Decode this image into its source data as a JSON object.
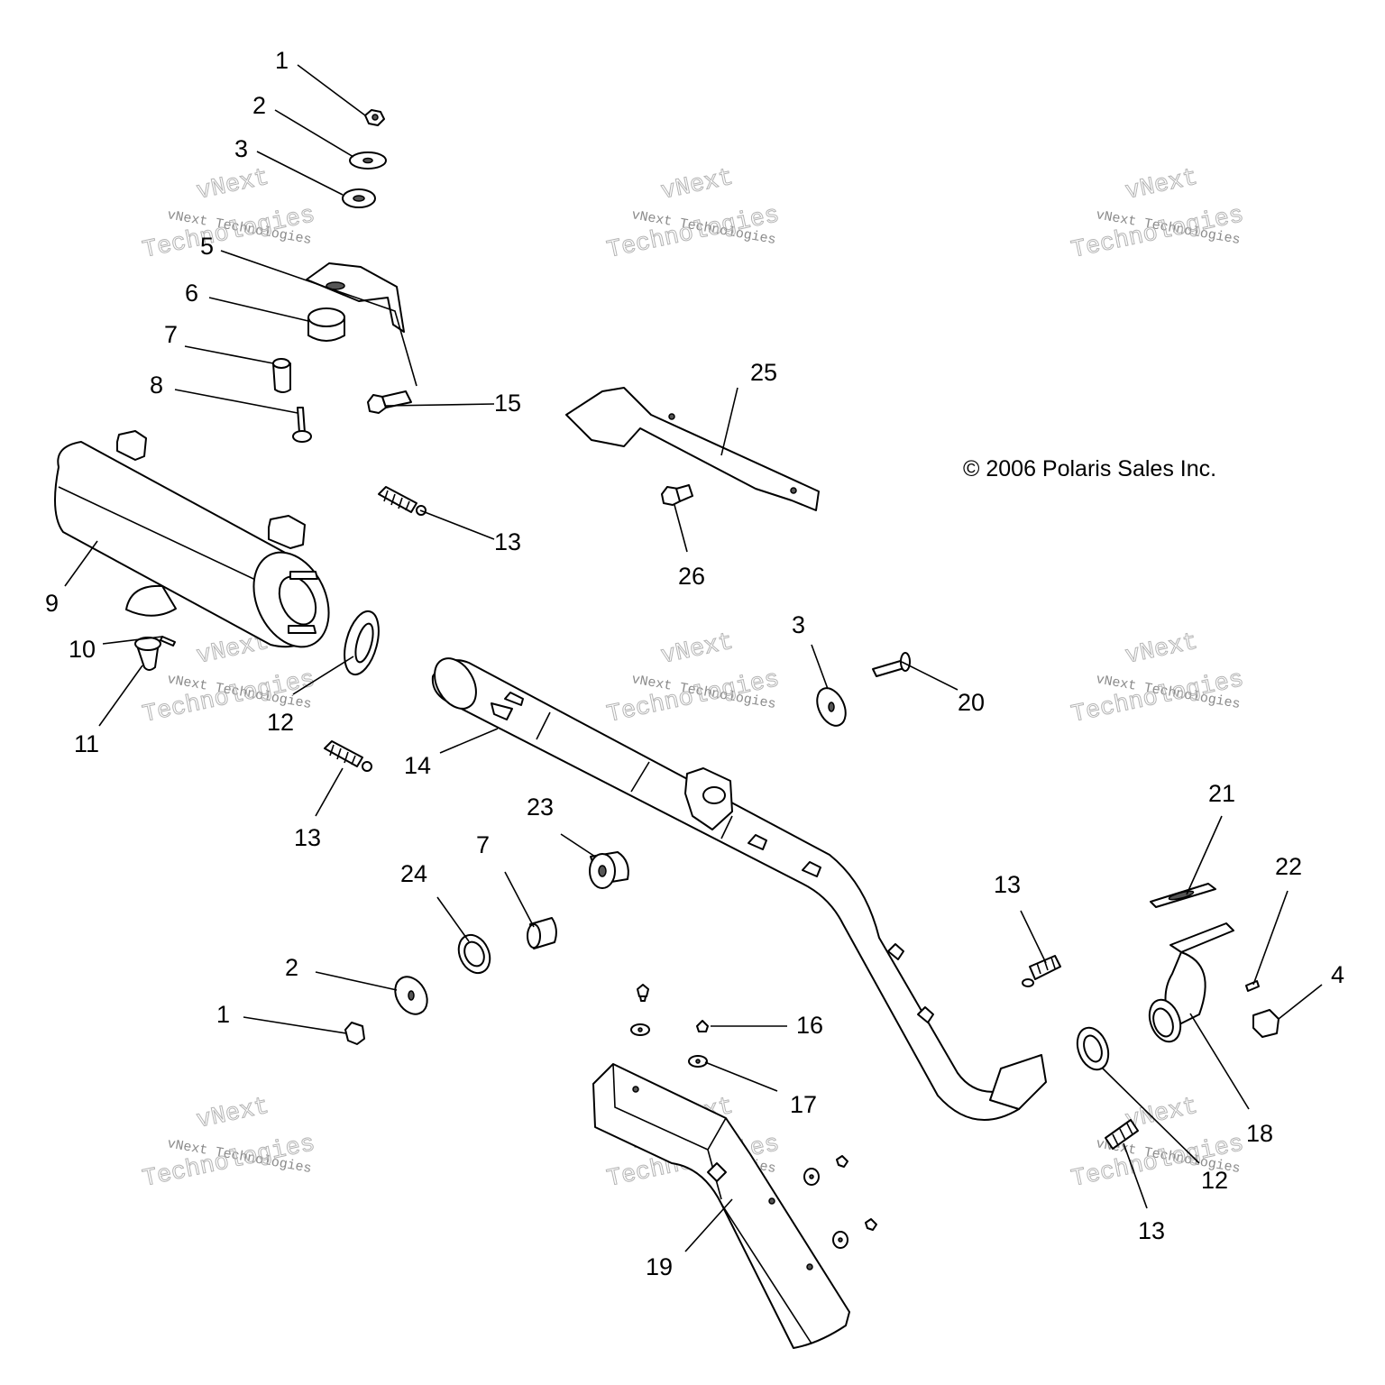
{
  "copyright": "© 2006 Polaris Sales Inc.",
  "watermark": {
    "line_a": "vNext",
    "line_b": "vNext Technologies",
    "line_c": "Technologies",
    "color": "#b4b4b4"
  },
  "callouts": [
    "1",
    "2",
    "3",
    "5",
    "6",
    "7",
    "8",
    "15",
    "9",
    "13",
    "10",
    "11",
    "12",
    "25",
    "26",
    "3",
    "20",
    "14",
    "13",
    "23",
    "7",
    "24",
    "2",
    "1",
    "21",
    "22",
    "13",
    "4",
    "18",
    "16",
    "17",
    "12",
    "13",
    "19"
  ]
}
